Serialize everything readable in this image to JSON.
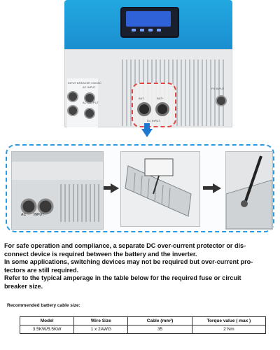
{
  "inverter": {
    "left_labels": [
      "INPUT BREAKER 230VAC",
      "AC INPUT",
      "AC OUTPUT"
    ],
    "right_label": "PV INPUT",
    "dc_terminal_labels": [
      "BAT-",
      "BAT+"
    ],
    "dc_input_label": "DC INPUT",
    "highlight_color": "#e04848",
    "accent_color": "#1b8fd0"
  },
  "steps": {
    "step1_labels": [
      "AC",
      "INPUT"
    ],
    "outline_color": "#2a9ae0"
  },
  "text": {
    "line1": "For safe operation and compliance, a separate DC over-current protector or dis-",
    "line2": "connect device is required between the battery and the inverter.",
    "line3": "In some applications, switching devices may not be required but over-current pro-",
    "line4": "tectors are still required.",
    "line5": "Refer to the typical amperage in the table below for the required fuse or circuit",
    "line6": "breaker size."
  },
  "table": {
    "caption": "Recommended battery cable size:",
    "headers": {
      "model": "Model",
      "wire_size": "Wire Size",
      "cable": "Cable  (mm²)",
      "torque": "Torque value ( max )"
    },
    "rows": [
      {
        "model": "3.5KW/5.5KW",
        "wire_size": "1 x 2AWG",
        "cable": "35",
        "torque": "2 Nm"
      }
    ]
  }
}
